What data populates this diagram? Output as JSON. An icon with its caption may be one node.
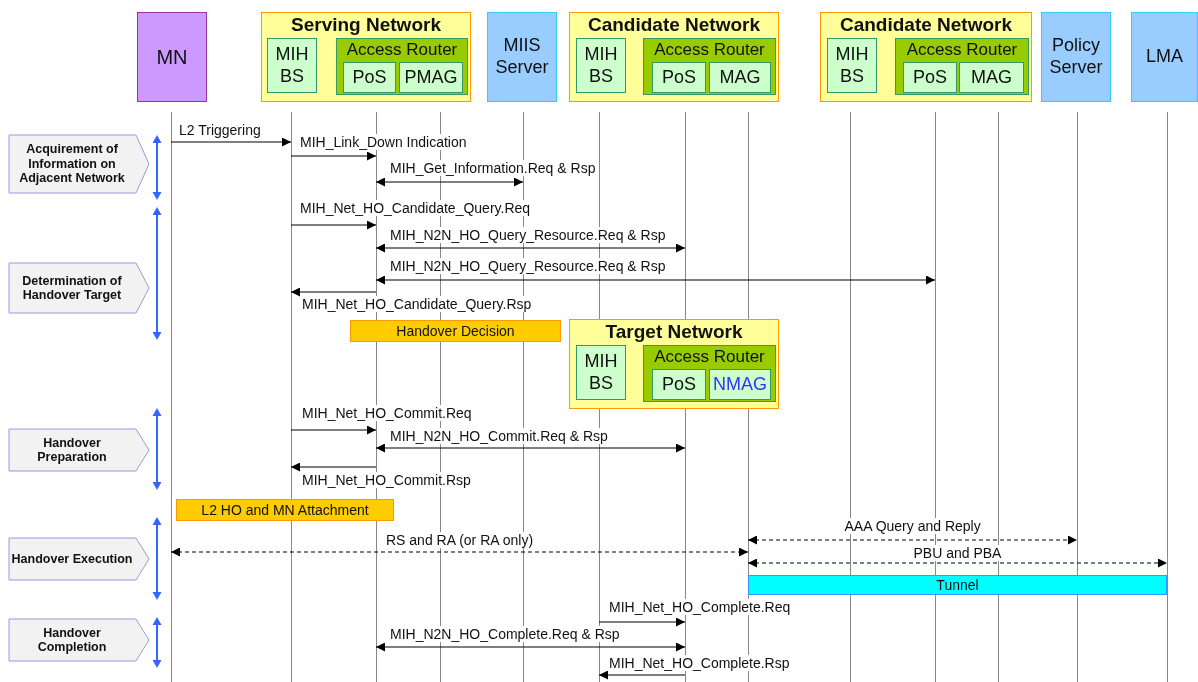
{
  "diagram": {
    "nodes": [
      {
        "text": [
          "MN"
        ]
      },
      {
        "text": [
          "Serving Network"
        ]
      },
      {
        "text": [
          "MIH BS"
        ],
        "in": 1
      },
      {
        "text": [
          "Access Router"
        ],
        "in": 1
      },
      {
        "text": [
          "PoS"
        ],
        "in": 3
      },
      {
        "text": [
          "PMAG"
        ],
        "in": 3
      },
      {
        "text": [
          "MIIS Server"
        ]
      },
      {
        "text": [
          "Candidate Network"
        ]
      },
      {
        "text": [
          "MIH BS"
        ],
        "in": 7
      },
      {
        "text": [
          "Access Router"
        ],
        "in": 7
      },
      {
        "text": [
          "PoS"
        ],
        "in": 9
      },
      {
        "text": [
          "MAG"
        ],
        "in": 9
      },
      {
        "text": [
          "Candidate Network"
        ]
      },
      {
        "text": [
          "MIH BS"
        ],
        "in": 12
      },
      {
        "text": [
          "Access Router"
        ],
        "in": 12
      },
      {
        "text": [
          "PoS"
        ],
        "in": 14
      },
      {
        "text": [
          "MAG"
        ],
        "in": 14
      },
      {
        "text": [
          "Policy Server"
        ]
      },
      {
        "text": [
          "LMA"
        ]
      },
      {
        "text": [],
        "shape": "line"
      },
      {
        "text": [],
        "shape": "line"
      },
      {
        "text": [],
        "shape": "line"
      },
      {
        "text": [],
        "shape": "line"
      },
      {
        "text": [],
        "shape": "line"
      },
      {
        "text": [],
        "shape": "line"
      },
      {
        "text": [],
        "shape": "line"
      },
      {
        "text": [],
        "shape": "line"
      },
      {
        "text": [],
        "shape": "line"
      },
      {
        "text": [],
        "shape": "line"
      },
      {
        "text": [],
        "shape": "line"
      },
      {
        "text": [],
        "shape": "line"
      },
      {
        "text": [],
        "shape": "line"
      },
      {
        "text": [
          "Acquirement of Information on Adjacent Network"
        ]
      },
      {
        "text": [
          "Determination of Handover Target"
        ]
      },
      {
        "text": [
          "Handover Decision"
        ]
      },
      {
        "text": [
          "Target Network"
        ]
      },
      {
        "text": [
          "MIH BS"
        ],
        "in": 35
      },
      {
        "text": [
          "Access Router"
        ],
        "in": 35
      },
      {
        "text": [
          "PoS"
        ],
        "in": 37
      },
      {
        "text": [
          "NMAG"
        ],
        "in": 37
      },
      {
        "text": [
          "Handover Preparation"
        ]
      },
      {
        "text": [
          "L2 HO and MN Attachment"
        ]
      },
      {
        "text": [
          "Handover Execution"
        ]
      },
      {
        "text": [
          "Tunnel"
        ]
      },
      {
        "text": [
          "Handover Completion"
        ]
      }
    ],
    "edges": [
      {
        "from": 19,
        "to": 20,
        "arrow": "to",
        "label": "L2 Triggering"
      },
      {
        "from": 20,
        "to": 21,
        "arrow": "to",
        "label": "MIH_Link_Down Indication"
      },
      {
        "from": 21,
        "to": 23,
        "arrow": "both",
        "label": "MIH_Get_Information.Req & Rsp"
      },
      {
        "from": 20,
        "to": 21,
        "arrow": "to",
        "label": "MIH_Net_HO_Candidate_Query.Req"
      },
      {
        "from": 21,
        "to": 25,
        "arrow": "both",
        "label": "MIH_N2N_HO_Query_Resource.Req & Rsp"
      },
      {
        "from": 21,
        "to": 28,
        "arrow": "both",
        "label": "MIH_N2N_HO_Query_Resource.Req & Rsp"
      },
      {
        "from": 21,
        "to": 20,
        "arrow": "to",
        "label": "MIH_Net_HO_Candidate_Query.Rsp"
      },
      {
        "from": 20,
        "to": 21,
        "arrow": "to",
        "label": "MIH_Net_HO_Commit.Req"
      },
      {
        "from": 21,
        "to": 25,
        "arrow": "both",
        "label": "MIH_N2N_HO_Commit.Req & Rsp"
      },
      {
        "from": 21,
        "to": 20,
        "arrow": "to",
        "label": "MIH_Net_HO_Commit.Rsp"
      },
      {
        "from": 19,
        "to": 26,
        "arrow": "both",
        "label": "RS and RA (or RA only)",
        "style": "dashed"
      },
      {
        "from": 26,
        "to": 30,
        "arrow": "both",
        "label": "AAA Query and Reply",
        "style": "dashed"
      },
      {
        "from": 26,
        "to": 31,
        "arrow": "both",
        "label": "PBU and PBA",
        "style": "dashed"
      },
      {
        "from": 24,
        "to": 25,
        "arrow": "to",
        "label": "MIH_Net_HO_Complete.Req"
      },
      {
        "from": 21,
        "to": 25,
        "arrow": "both",
        "label": "MIH_N2N_HO_Complete.Req & Rsp"
      },
      {
        "from": 25,
        "to": 24,
        "arrow": "to",
        "label": "MIH_Net_HO_Complete.Rsp"
      }
    ]
  }
}
